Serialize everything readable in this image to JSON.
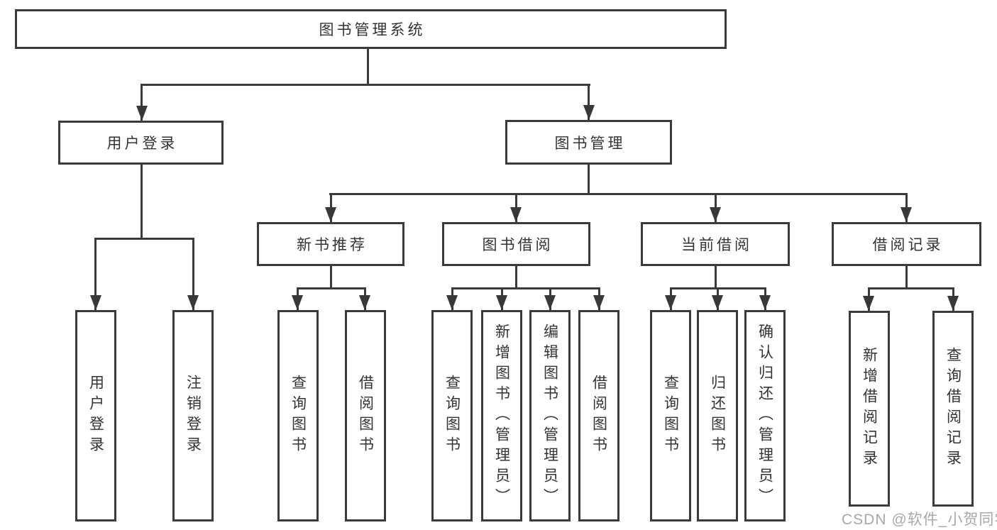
{
  "root": {
    "label": "图书管理系统"
  },
  "tree": [
    {
      "label": "用户登录",
      "children": [
        {
          "label": "用户登录"
        },
        {
          "label": "注销登录"
        }
      ]
    },
    {
      "label": "图书管理",
      "children": [
        {
          "label": "新书推荐",
          "children": [
            {
              "label": "查询图书"
            },
            {
              "label": "借阅图书"
            }
          ]
        },
        {
          "label": "图书借阅",
          "children": [
            {
              "label": "查询图书"
            },
            {
              "label": "新增图书（管理员）"
            },
            {
              "label": "编辑图书（管理员）"
            },
            {
              "label": "借阅图书"
            }
          ]
        },
        {
          "label": "当前借阅",
          "children": [
            {
              "label": "查询图书"
            },
            {
              "label": "归还图书"
            },
            {
              "label": "确认归还（管理员）"
            }
          ]
        },
        {
          "label": "借阅记录",
          "children": [
            {
              "label": "新增借阅记录"
            },
            {
              "label": "查询借阅记录"
            }
          ]
        }
      ]
    }
  ],
  "watermark": "CSDN @软件_小贺同学",
  "colors": {
    "line": "#3b3b3b",
    "text": "#333333",
    "watermark": "#a8a8a8",
    "background": "#ffffff"
  }
}
